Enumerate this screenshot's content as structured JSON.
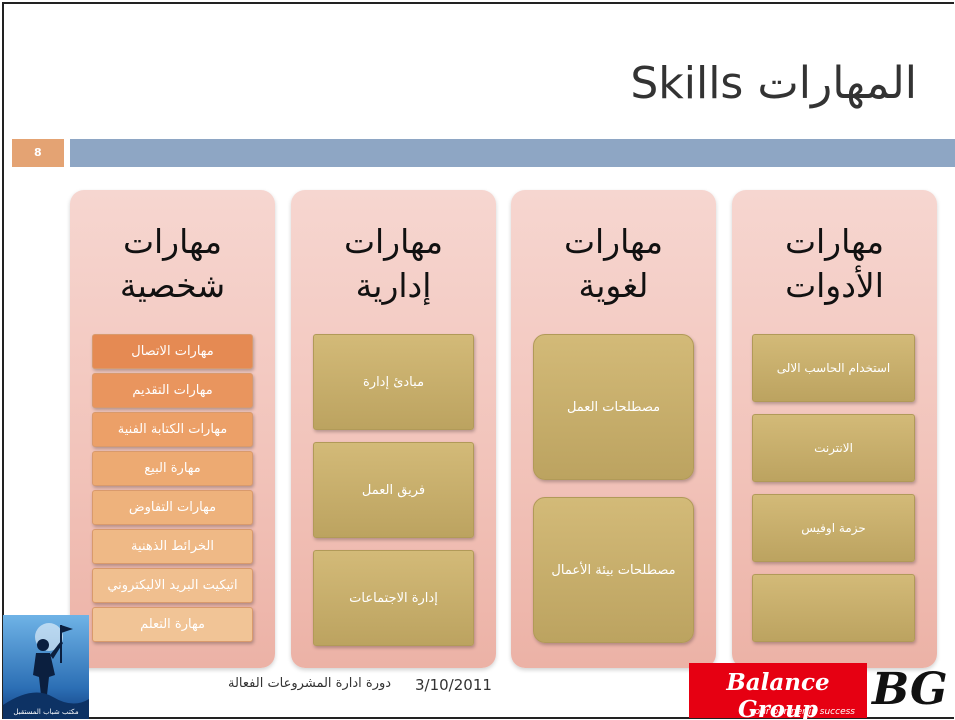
{
  "slide": {
    "title": "المهارات   Skills",
    "page_number": "8"
  },
  "columns": [
    {
      "heading_line1": "مهارات",
      "heading_line2": "شخصية",
      "items": [
        {
          "label": "مهارات الاتصال",
          "color": "#e58a53"
        },
        {
          "label": "مهارات التقديم",
          "color": "#e9955e"
        },
        {
          "label": "مهارات الكتابة الفنية",
          "color": "#eca068"
        },
        {
          "label": "مهارة البيع",
          "color": "#edaa72"
        },
        {
          "label": "مهارات التفاوض",
          "color": "#eeb27c"
        },
        {
          "label": "الخرائط الذهنية",
          "color": "#efb986"
        },
        {
          "label": "اتيكيت البريد الاليكتروني",
          "color": "#f0bf8f"
        },
        {
          "label": "مهارة التعلم",
          "color": "#f1c496"
        }
      ]
    },
    {
      "heading_line1": "مهارات",
      "heading_line2": "إدارية",
      "items": [
        {
          "label": "مبادئ إدارة"
        },
        {
          "label": "فريق العمل"
        },
        {
          "label": "إدارة الاجتماعات"
        }
      ]
    },
    {
      "heading_line1": "مهارات",
      "heading_line2": "لغوية",
      "items": [
        {
          "label": "مصطلحات العمل"
        },
        {
          "label": "مصطلحات بيئة الأعمال"
        }
      ]
    },
    {
      "heading_line1": "مهارات",
      "heading_line2": "الأدوات",
      "items": [
        {
          "label": "استخدام الحاسب الالى"
        },
        {
          "label": "الانترنت"
        },
        {
          "label": "حزمة اوفيس"
        },
        {
          "label": ""
        }
      ]
    }
  ],
  "footer": {
    "date": "3/10/2011",
    "course": "دورة ادارة المشروعات الفعالة"
  },
  "logos": {
    "left_caption": "مكتب شباب المستقبل",
    "brand_name": "Balance Group",
    "brand_tagline": "your partner in success",
    "brand_monogram": "BG",
    "brand_color": "#e60012"
  },
  "colors": {
    "title_bar": "#8ea6c4",
    "page_badge": "#e4a373",
    "column_bg": "#f2c4bb",
    "olive_item": "#c9b06c"
  }
}
